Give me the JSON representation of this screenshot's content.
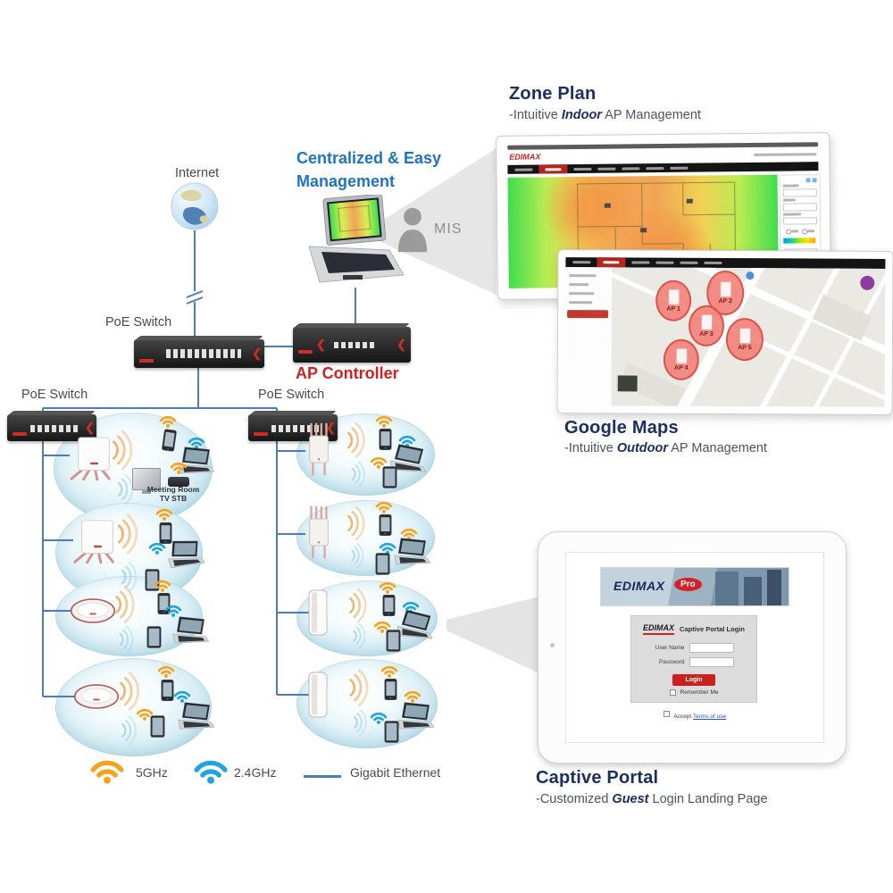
{
  "titles": {
    "internet": "Internet",
    "poe_switch": "PoE Switch",
    "management_line1": "Centralized & Easy",
    "management_line2": "Management",
    "ap_controller": "AP Controller",
    "mis": "MIS",
    "meeting_room_line1": "Meeting Room",
    "meeting_room_line2": "TV STB"
  },
  "zone_plan": {
    "title": "Zone Plan",
    "sub_prefix": "-Intuitive ",
    "sub_em": "Indoor",
    "sub_suffix": " AP Management",
    "brand": "EDIMAX"
  },
  "google_maps": {
    "title": "Google Maps",
    "sub_prefix": "-Intuitive ",
    "sub_em": "Outdoor",
    "sub_suffix": " AP Management",
    "ap_markers": [
      "AP 1",
      "AP 2",
      "AP 3",
      "AP 4",
      "AP 5"
    ]
  },
  "captive_portal": {
    "title": "Captive Portal",
    "sub_prefix": "-Customized ",
    "sub_em": "Guest",
    "sub_suffix": " Login Landing Page",
    "banner_brand": "EDIMAX",
    "banner_badge": "Pro",
    "login_brand": "EDIMAX",
    "login_title": "Captive Portal Login",
    "username_label": "User Name",
    "password_label": "Password",
    "login_button": "Login",
    "remember_me": "Remember Me",
    "accept_prefix": "Accept ",
    "terms_link": "Terms of use"
  },
  "legend": {
    "freq5": "5GHz",
    "freq24": "2.4GHz",
    "ethernet": "Gigabit Ethernet"
  },
  "colors": {
    "heading_navy": "#1c2f63",
    "management_blue": "#1b74c5",
    "alert_red": "#cc2222",
    "ethernet_blue": "#4a7ebb",
    "wifi_5ghz_orange": "#f5a31f",
    "wifi_24ghz_blue": "#21a3dd",
    "bubble_blue": "#bfe2ee",
    "map_ap_red": "#e8655c",
    "login_button_red": "#c9211e"
  }
}
